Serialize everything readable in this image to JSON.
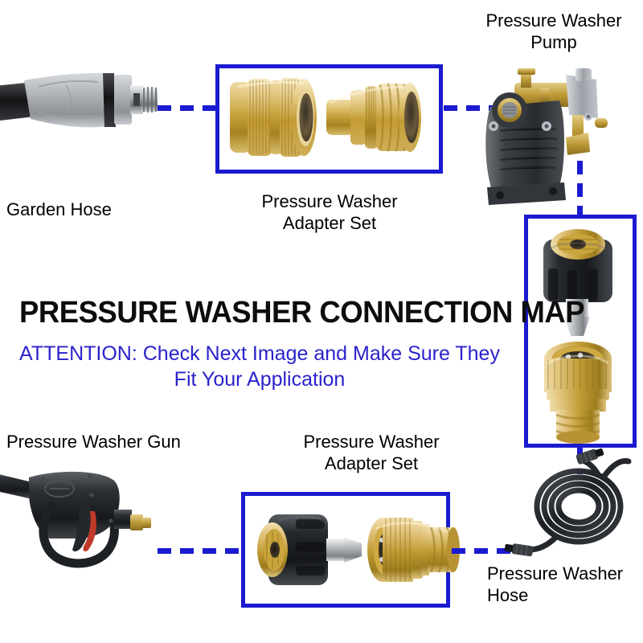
{
  "title": "PRESSURE WASHER CONNECTION MAP",
  "attention": "ATTENTION: Check Next Image and Make Sure They Fit Your Application",
  "colors": {
    "accent_blue": "#1a1ad0",
    "attention_text": "#2a22cc",
    "title_text": "#0d0d0d",
    "brass": "#c9a227",
    "brass_light": "#e8cf8a",
    "brass_dark": "#9a7a1c",
    "body_black": "#2b2b2f",
    "gray_nozzle": "#b9bcc0"
  },
  "labels": {
    "garden_hose": "Garden Hose",
    "adapter_set_top": "Pressure Washer\nAdapter Set",
    "pump": "Pressure Washer\nPump",
    "gun": "Pressure Washer Gun",
    "adapter_set_bottom": "Pressure Washer\nAdapter Set",
    "hose": "Pressure Washer\nHose"
  },
  "nodes": [
    {
      "id": "garden-hose",
      "label": "Garden Hose",
      "kind": "product-photo",
      "boxed": false
    },
    {
      "id": "adapter-set-top",
      "label": "Pressure Washer Adapter Set",
      "kind": "product-photo",
      "boxed": true
    },
    {
      "id": "pump",
      "label": "Pressure Washer Pump",
      "kind": "product-photo",
      "boxed": false
    },
    {
      "id": "adapter-set-right",
      "label": "",
      "kind": "product-photo",
      "boxed": true
    },
    {
      "id": "hose",
      "label": "Pressure Washer Hose",
      "kind": "product-photo",
      "boxed": false
    },
    {
      "id": "adapter-set-bottom",
      "label": "Pressure Washer Adapter Set",
      "kind": "product-photo",
      "boxed": true
    },
    {
      "id": "gun",
      "label": "Pressure Washer Gun",
      "kind": "product-photo",
      "boxed": false
    }
  ],
  "connections": [
    {
      "from": "garden-hose",
      "to": "adapter-set-top",
      "style": "dashed",
      "orientation": "horizontal"
    },
    {
      "from": "adapter-set-top",
      "to": "pump",
      "style": "dashed",
      "orientation": "horizontal"
    },
    {
      "from": "pump",
      "to": "adapter-set-right",
      "style": "dashed",
      "orientation": "vertical"
    },
    {
      "from": "adapter-set-right",
      "to": "hose",
      "style": "dashed",
      "orientation": "vertical"
    },
    {
      "from": "hose",
      "to": "adapter-set-bottom",
      "style": "dashed",
      "orientation": "horizontal"
    },
    {
      "from": "adapter-set-bottom",
      "to": "gun",
      "style": "dashed",
      "orientation": "horizontal"
    }
  ]
}
